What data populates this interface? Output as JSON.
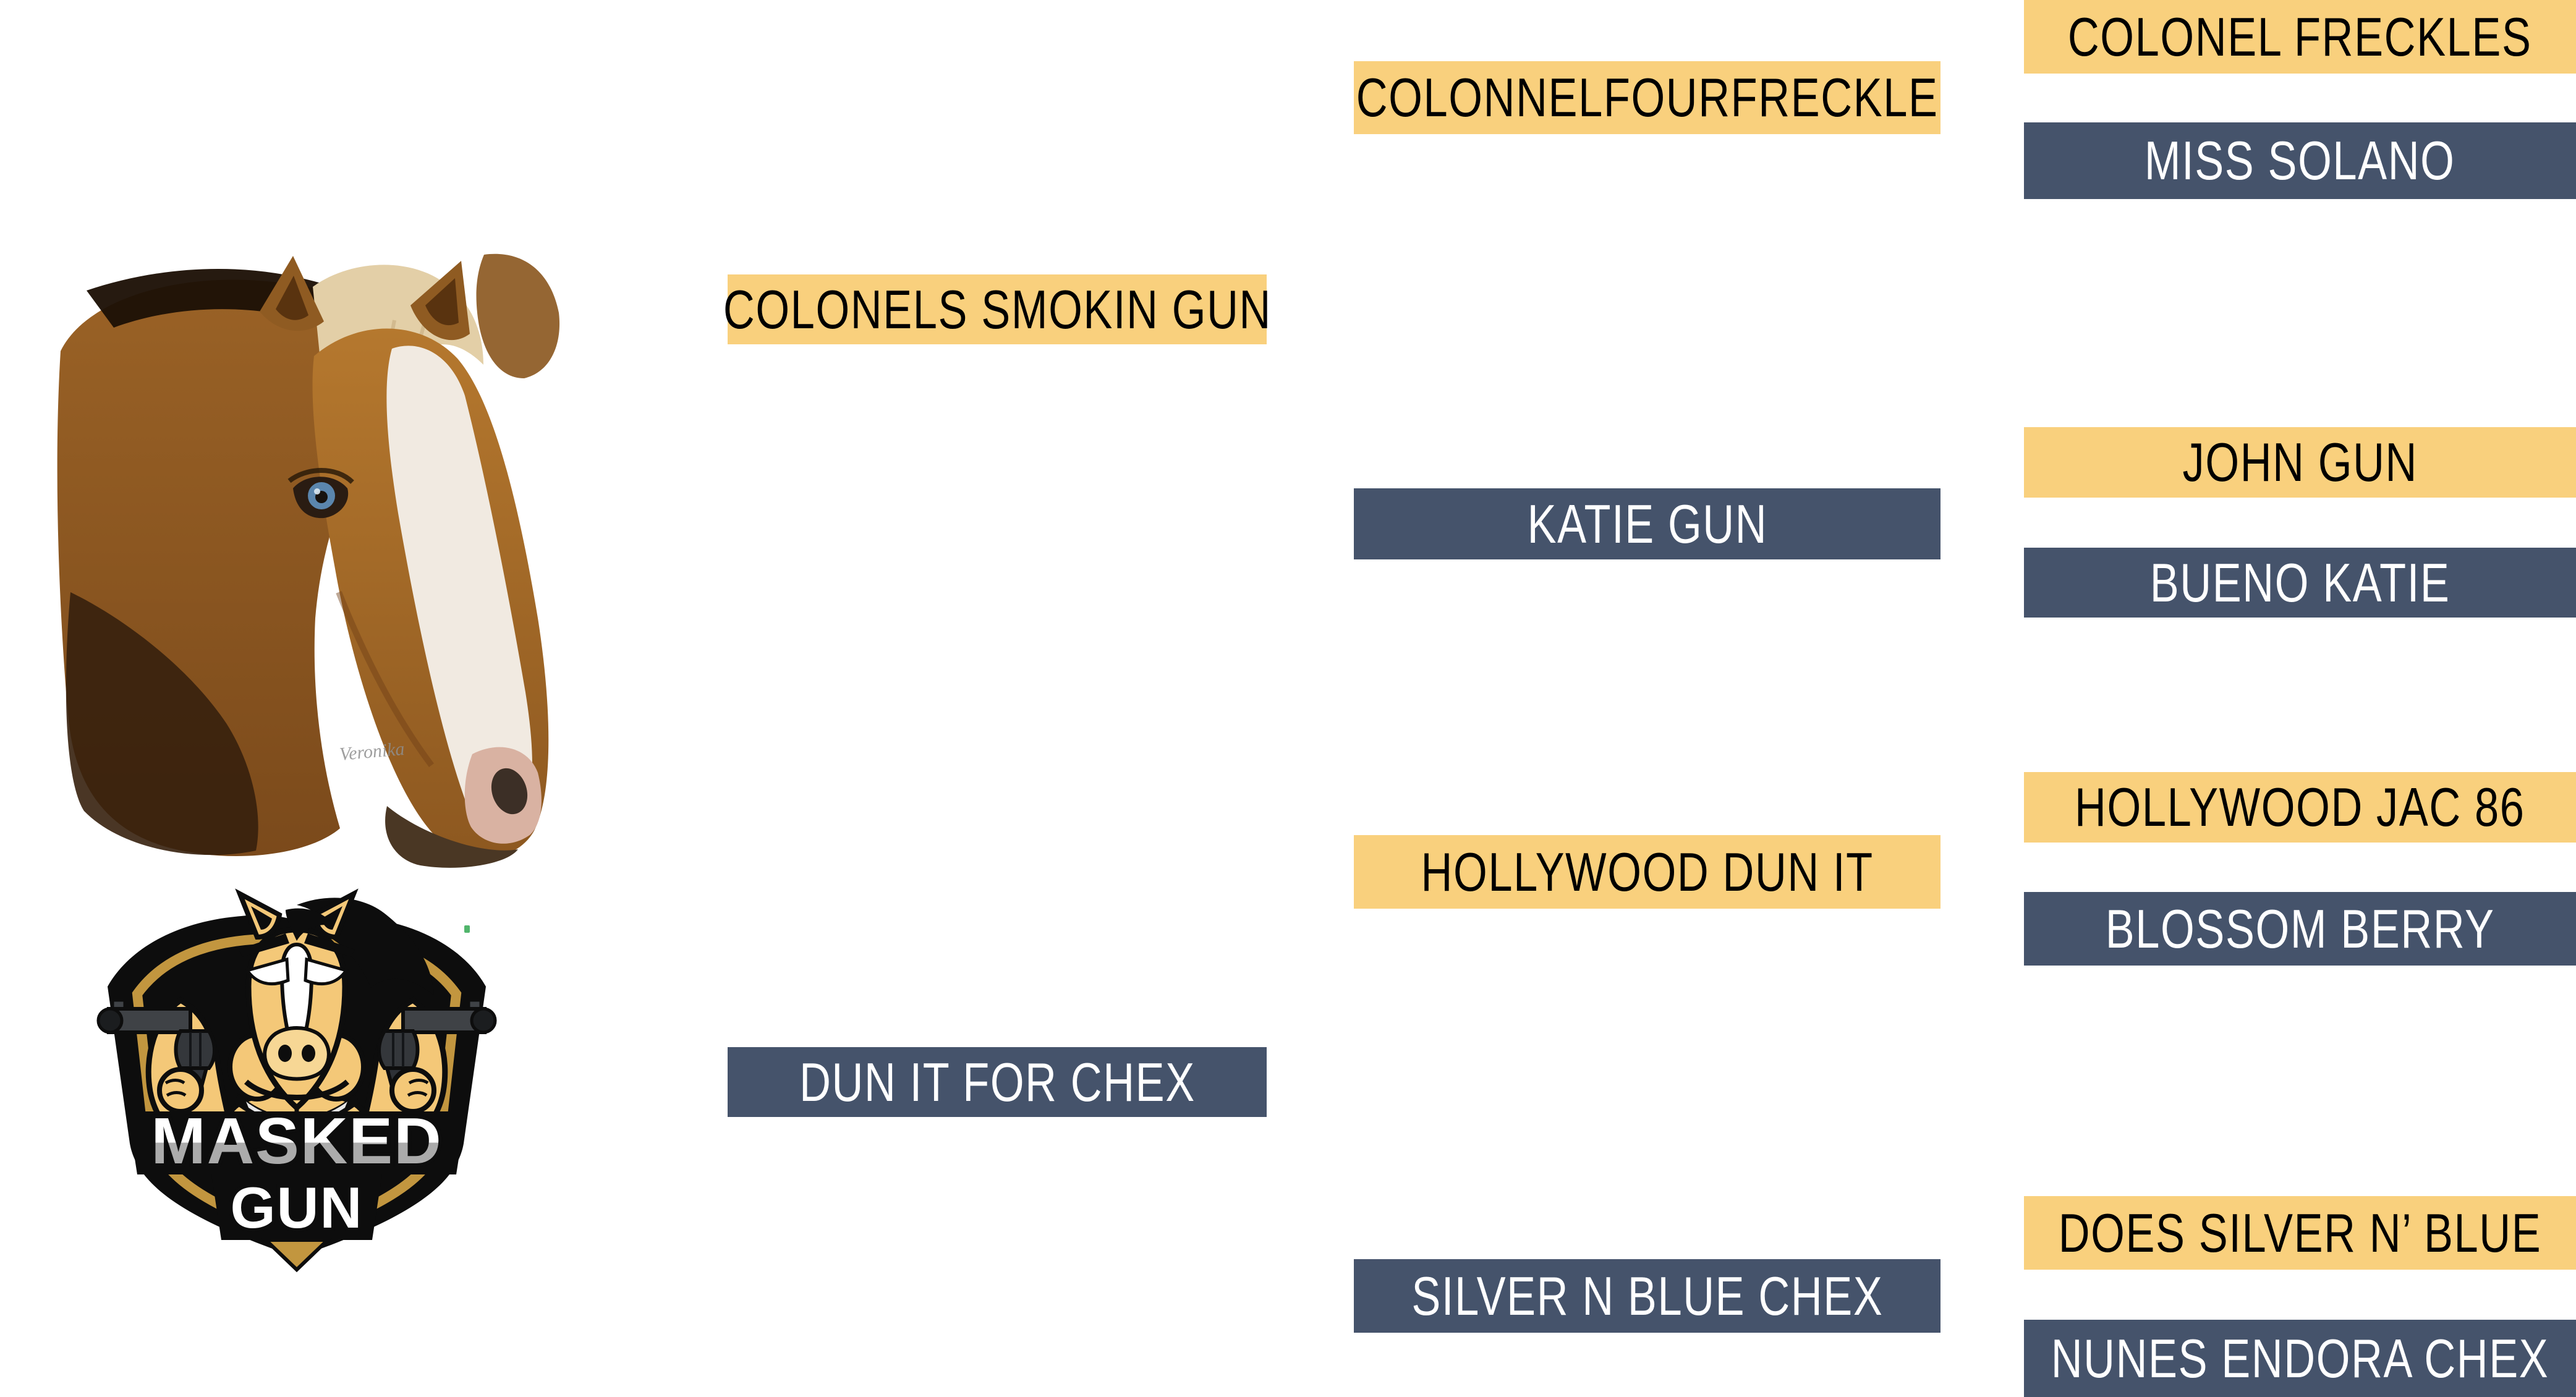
{
  "subject": {
    "name": "MASKED GUN",
    "photo_description": "palomino horse head with white blaze and blue eye, cutout on white",
    "photo_watermark": "Veronika",
    "logo": {
      "line1": "MASKED",
      "line2": "GUN"
    }
  },
  "palette": {
    "sire_box_fill": "#F9D07D",
    "dam_box_fill": "#45536B",
    "sire_text": "#000000",
    "dam_text": "#FFFFFF"
  },
  "pedigree": {
    "gen1": [
      {
        "name": "COLONELS SMOKIN GUN",
        "line": "sire"
      },
      {
        "name": "DUN IT FOR CHEX",
        "line": "dam"
      }
    ],
    "gen2": [
      {
        "name": "COLONNELFOURFRECKLE",
        "line": "sire"
      },
      {
        "name": "KATIE GUN",
        "line": "dam"
      },
      {
        "name": "HOLLYWOOD DUN IT",
        "line": "sire"
      },
      {
        "name": "SILVER N BLUE CHEX",
        "line": "dam"
      }
    ],
    "gen3": [
      {
        "name": "COLONEL FRECKLES",
        "line": "sire"
      },
      {
        "name": "MISS SOLANO",
        "line": "dam"
      },
      {
        "name": "JOHN GUN",
        "line": "sire"
      },
      {
        "name": "BUENO KATIE",
        "line": "dam"
      },
      {
        "name": "HOLLYWOOD JAC 86",
        "line": "sire"
      },
      {
        "name": "BLOSSOM BERRY",
        "line": "dam"
      },
      {
        "name": "DOES SILVER N’ BLUE",
        "line": "sire"
      },
      {
        "name": "NUNES ENDORA CHEX",
        "line": "dam"
      }
    ]
  }
}
